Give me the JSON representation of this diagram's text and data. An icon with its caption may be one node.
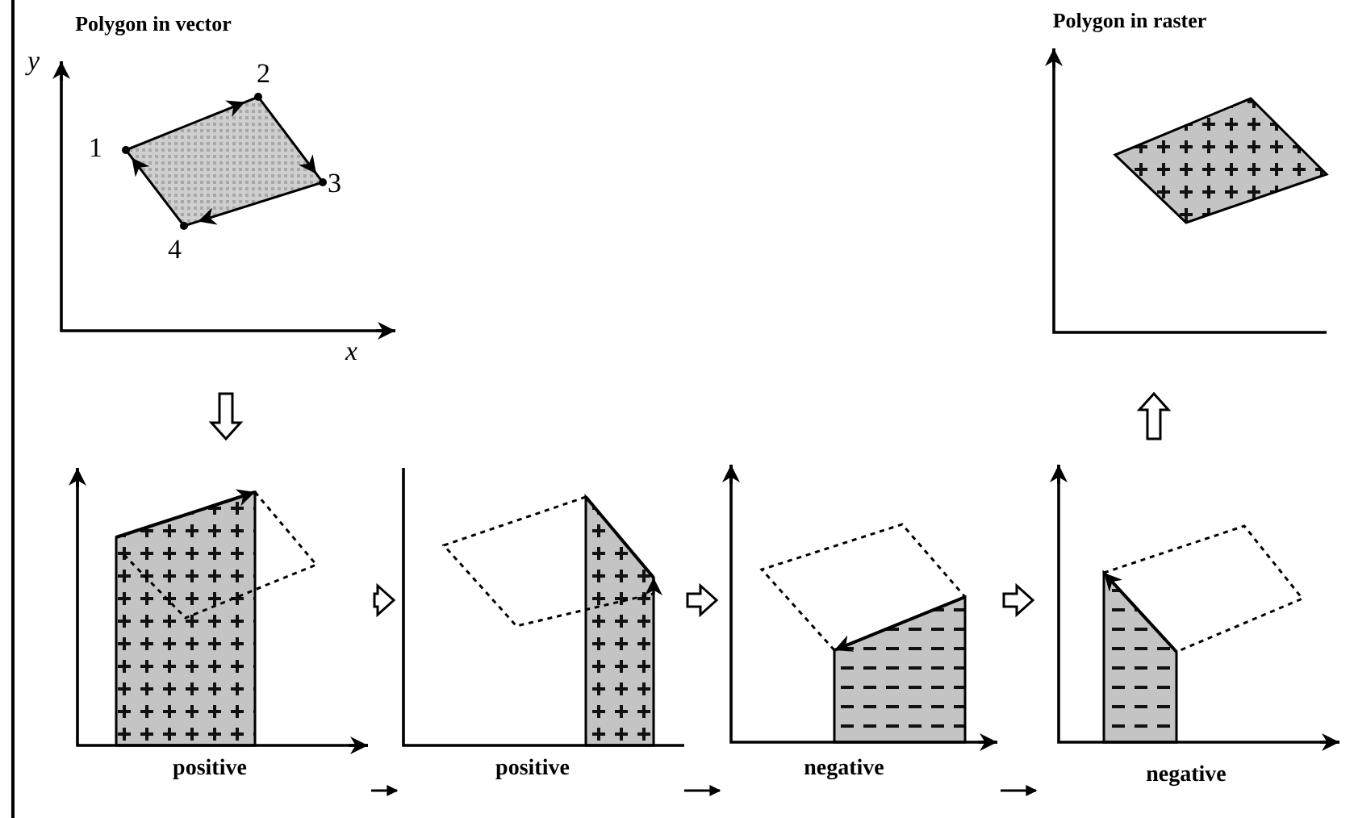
{
  "diagram": {
    "nodes": [
      {
        "text": [
          "Polygon in vector"
        ]
      },
      {
        "text": [
          "Polygon in raster"
        ]
      },
      {
        "text": [
          "positive"
        ]
      },
      {
        "text": [
          "positive"
        ]
      },
      {
        "text": [
          "negative"
        ]
      },
      {
        "text": [
          "negative"
        ]
      }
    ],
    "edges": [
      {
        "from": 0,
        "to": 2,
        "arrow": "to",
        "style": "thick"
      },
      {
        "from": 2,
        "to": 3,
        "arrow": "to",
        "style": "thick"
      },
      {
        "from": 3,
        "to": 4,
        "arrow": "to",
        "style": "thick"
      },
      {
        "from": 4,
        "to": 5,
        "arrow": "to",
        "style": "thick"
      },
      {
        "from": 5,
        "to": 1,
        "arrow": "to",
        "style": "thick"
      },
      {
        "from": 2,
        "to": 3,
        "arrow": "to"
      },
      {
        "from": 3,
        "to": 4,
        "arrow": "to"
      },
      {
        "from": 4,
        "to": 5,
        "arrow": "to"
      }
    ],
    "labels": [
      "y",
      "1",
      "2",
      "3",
      "4",
      "x"
    ]
  }
}
